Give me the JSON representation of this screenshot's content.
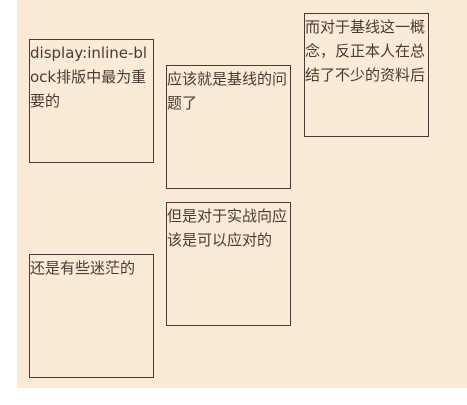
{
  "boxes": [
    {
      "text": "display:inline-block排版中最为重要的"
    },
    {
      "text": "应该就是基线的问题了"
    },
    {
      "text": "而对于基线这一概念，反正本人在总结了不少的资料后"
    },
    {
      "text": "还是有些迷茫的"
    },
    {
      "text": "但是对于实战向应该是可以应对的"
    }
  ]
}
